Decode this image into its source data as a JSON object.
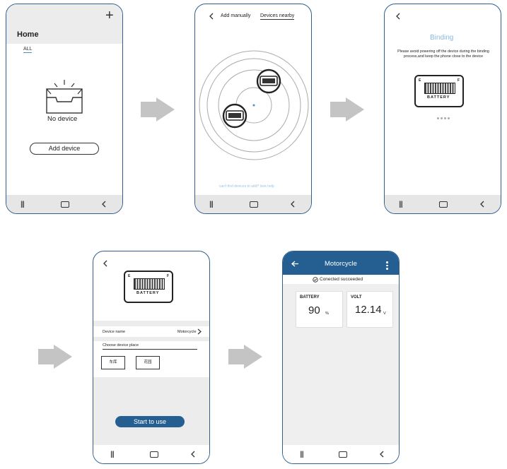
{
  "screen1": {
    "title": "Home",
    "filter_tab": "ALL",
    "empty_text": "No device",
    "add_button": "Add device",
    "plus": "+"
  },
  "screen2": {
    "tab_manual": "Add manually",
    "tab_nearby": "Devices nearby",
    "footer_hint": "can't find devices to add? look help"
  },
  "screen3": {
    "title": "Binding",
    "message": "Please avoid powering off the device during the binding process,and keep the phone close to the device",
    "gauge_e": "E",
    "gauge_f": "F",
    "gauge_label": "BATTERY"
  },
  "screen4": {
    "device_name_label": "Device name",
    "device_name_value": "Motorcycle",
    "place_label": "Choose device place",
    "place_option_1": "车库",
    "place_option_2": "花园",
    "start_button": "Start to use",
    "gauge_e": "E",
    "gauge_f": "F",
    "gauge_label": "BATTERY"
  },
  "screen5": {
    "title": "Motorcycle",
    "status": "Conected succeeded",
    "battery_label": "BATTERY",
    "battery_value": "90",
    "battery_unit": "%",
    "volt_label": "VOLT",
    "volt_value": "12.14",
    "volt_unit": "V"
  },
  "colors": {
    "frame": "#2f5f8f",
    "header_blue": "#255f92",
    "accent_blue": "#4a90c8",
    "arrow_gray": "#c4c4c4",
    "navbar_gray": "#e6e6e6"
  }
}
